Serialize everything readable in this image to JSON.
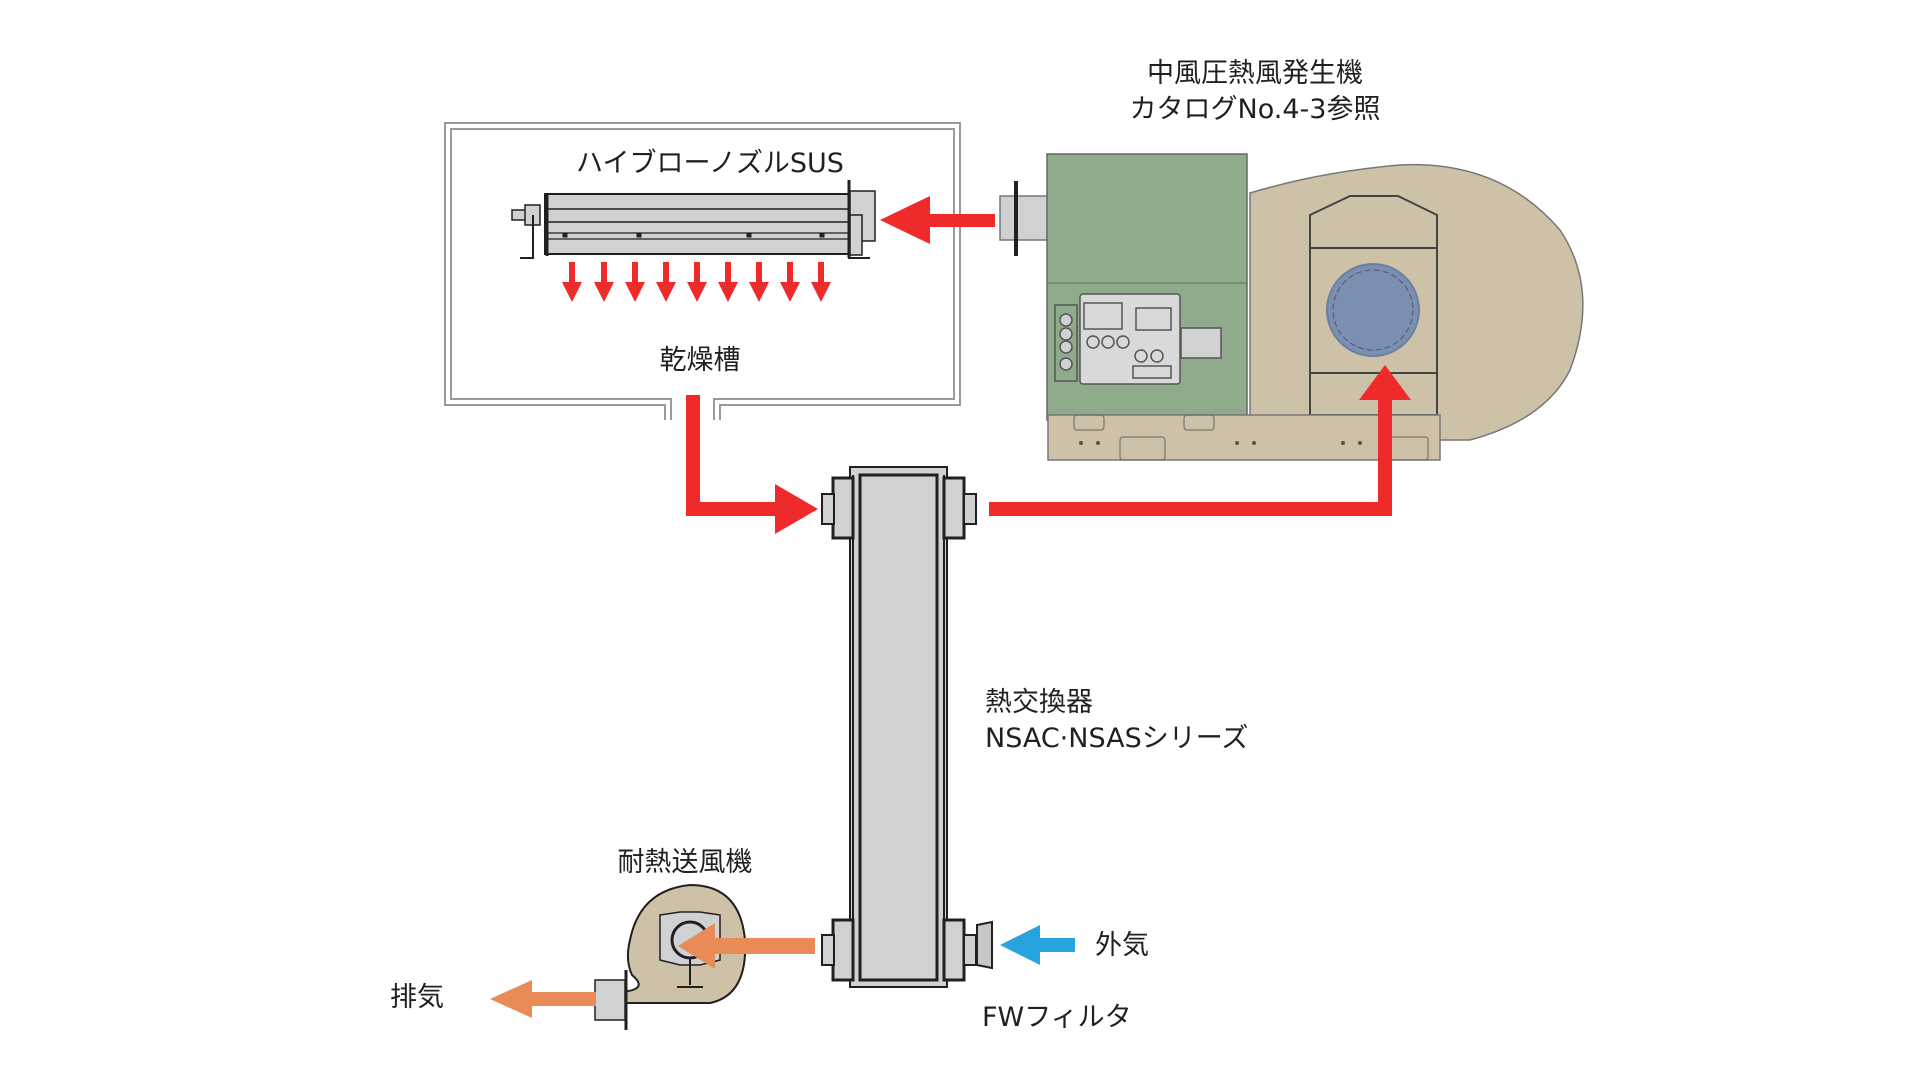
{
  "diagram": {
    "title": "Hot air drying system with heat recovery",
    "colors": {
      "hot_air": "#ee2a2a",
      "exhaust": "#e88b57",
      "outside_air": "#27a4de",
      "generator_green": "#8fab8c",
      "blower_beige": "#cdc2a8",
      "inlet_blue": "#7a8fb1",
      "metal_gray": "#d0d1d3",
      "line_dark": "#231f20"
    },
    "labels": {
      "generator_line1": "中風圧熱風発生機",
      "generator_line2": "カタログNo.4-3参照",
      "nozzle": "ハイブローノズルSUS",
      "drying_tank": "乾燥槽",
      "heat_exchanger_line1": "熱交換器",
      "heat_exchanger_line2": "NSAC·NSASシリーズ",
      "blower": "耐熱送風機",
      "exhaust": "排気",
      "outside_air": "外気",
      "filter": "FWフィルタ"
    },
    "components": [
      {
        "id": "hot-air-generator",
        "name": "中風圧熱風発生機"
      },
      {
        "id": "high-blow-nozzle",
        "name": "ハイブローノズルSUS"
      },
      {
        "id": "drying-tank",
        "name": "乾燥槽"
      },
      {
        "id": "heat-exchanger",
        "name": "熱交換器 NSAC·NSASシリーズ"
      },
      {
        "id": "heat-resistant-blower",
        "name": "耐熱送風機"
      },
      {
        "id": "fw-filter",
        "name": "FWフィルタ"
      }
    ],
    "flows": [
      {
        "from": "hot-air-generator",
        "to": "high-blow-nozzle",
        "type": "hot_air"
      },
      {
        "from": "high-blow-nozzle",
        "to": "drying-tank",
        "type": "hot_air",
        "count": 9
      },
      {
        "from": "drying-tank",
        "to": "heat-exchanger",
        "type": "hot_air"
      },
      {
        "from": "heat-exchanger",
        "to": "hot-air-generator",
        "type": "hot_air"
      },
      {
        "from": "外気",
        "to": "heat-exchanger",
        "type": "outside_air"
      },
      {
        "from": "heat-exchanger",
        "to": "heat-resistant-blower",
        "type": "exhaust"
      },
      {
        "from": "heat-resistant-blower",
        "to": "排気",
        "type": "exhaust"
      }
    ]
  }
}
